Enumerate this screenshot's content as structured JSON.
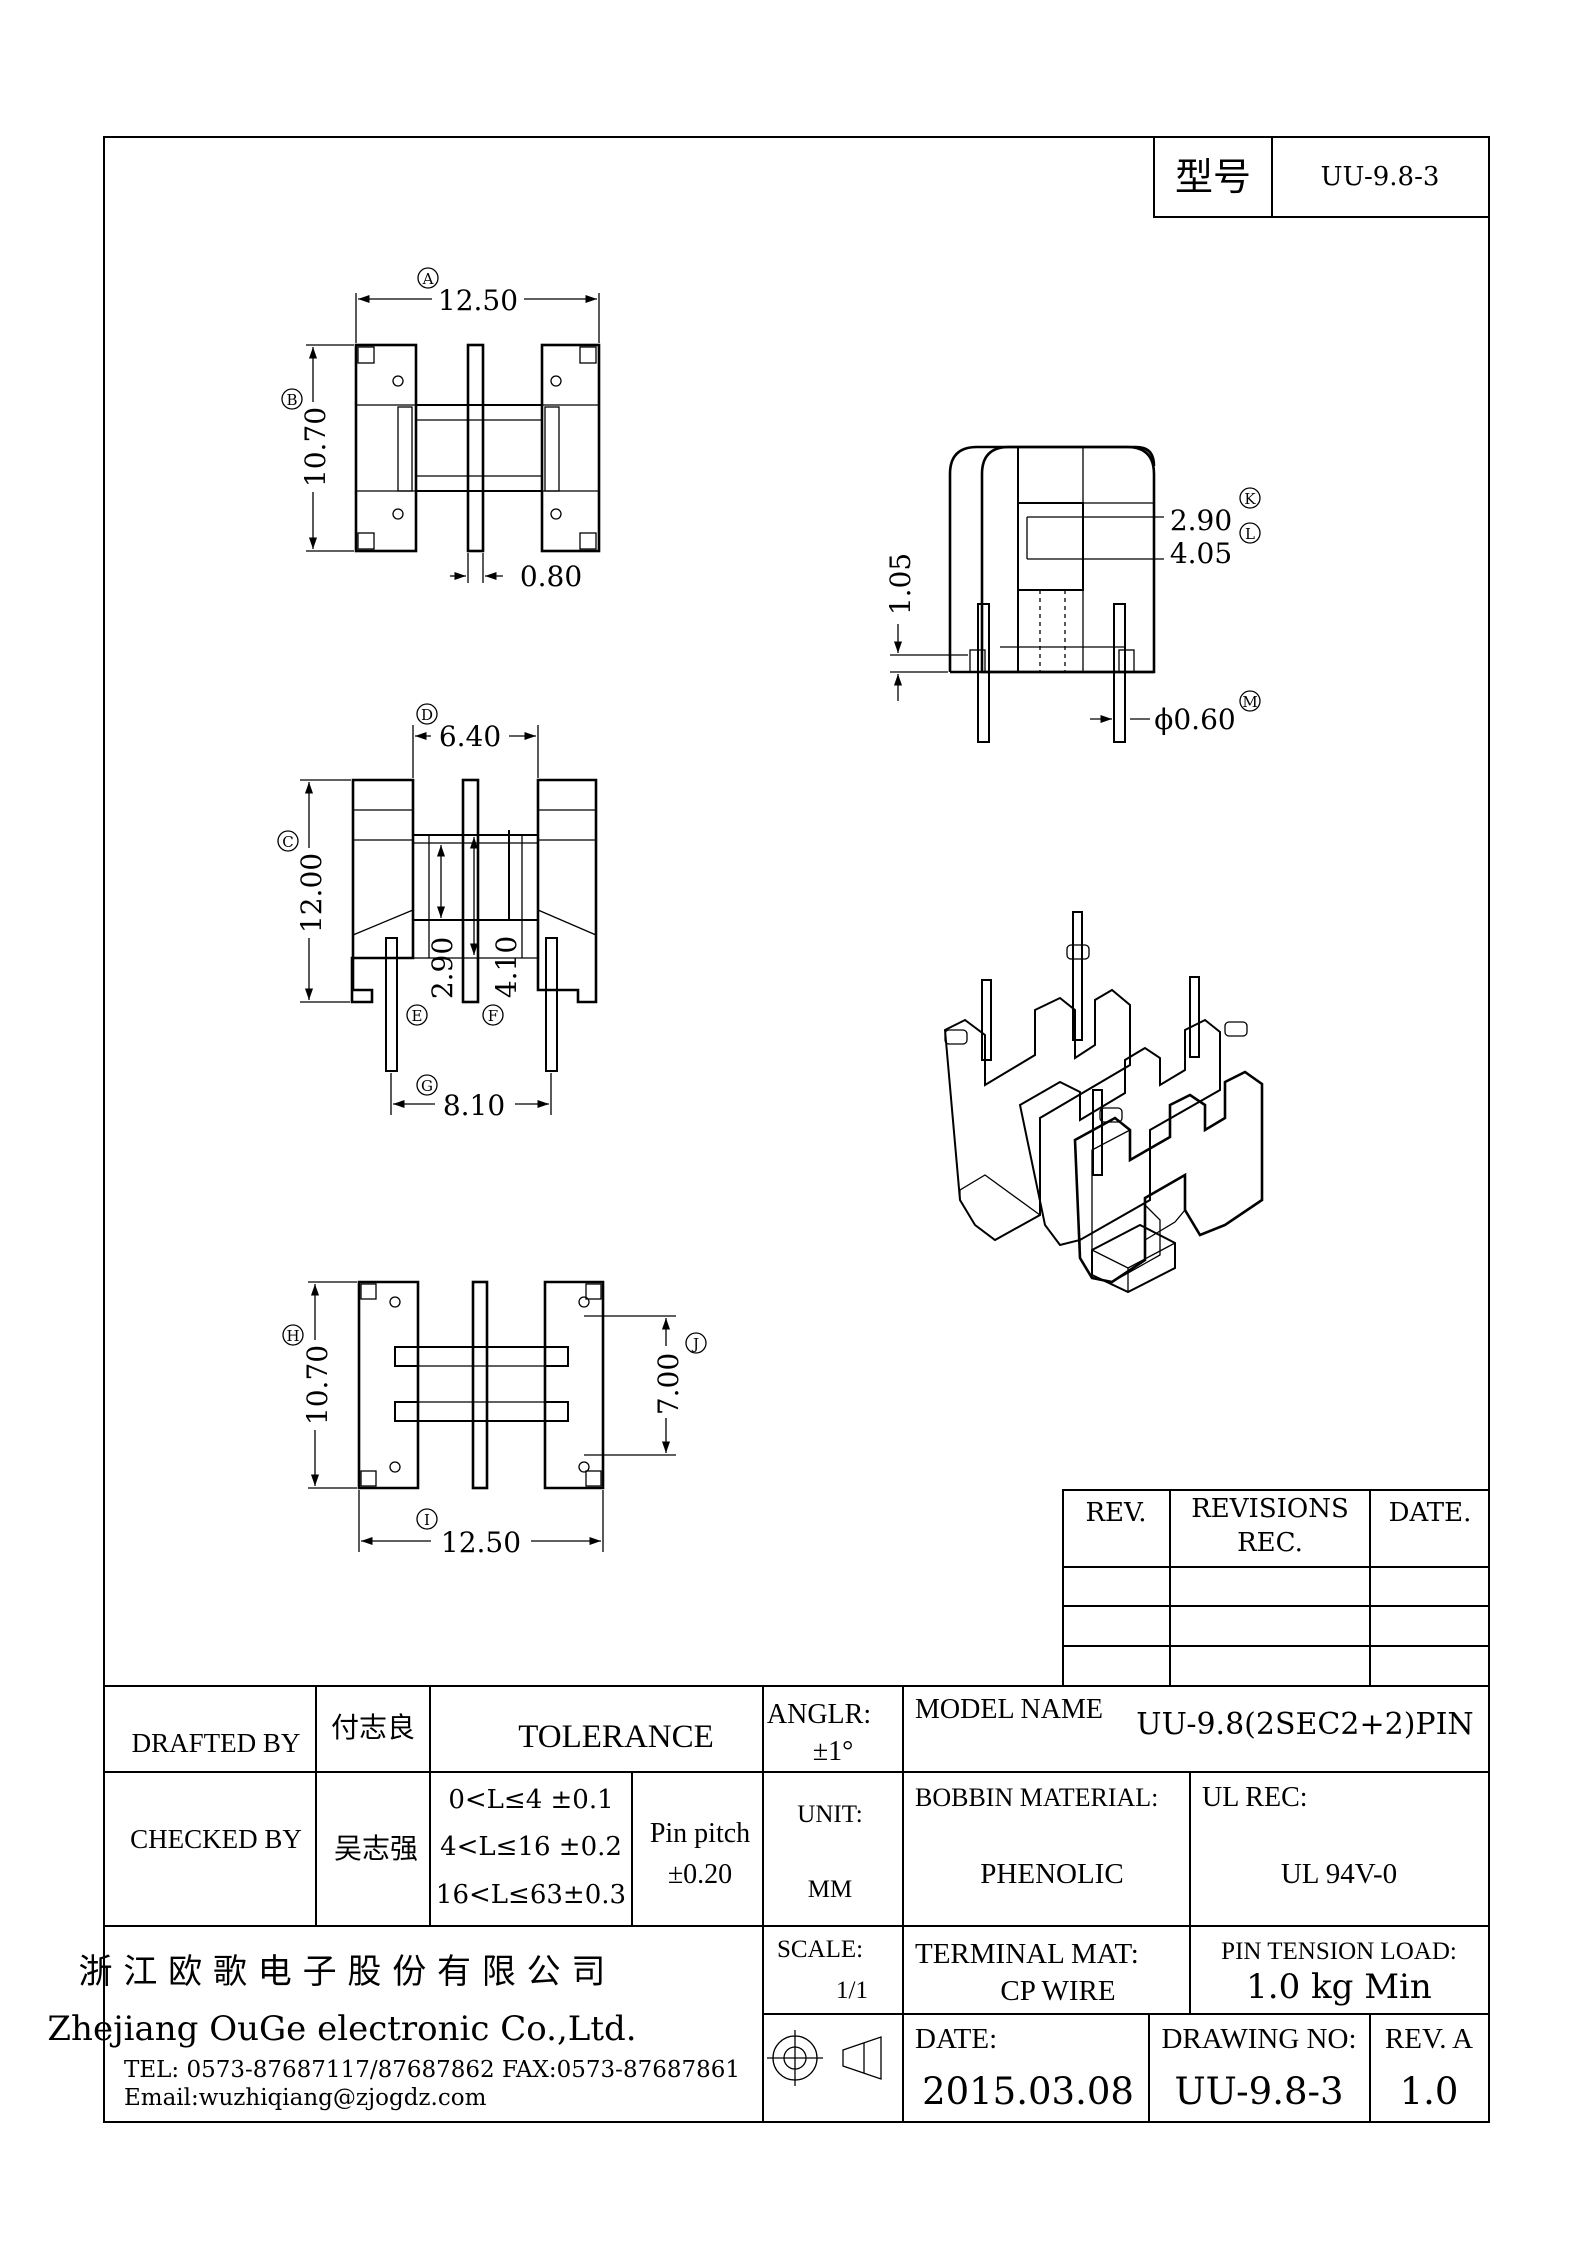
{
  "model_header": {
    "label": "型号",
    "value": "UU-9.8-3"
  },
  "dimensions": {
    "A": {
      "tag": "A",
      "value": "12.50"
    },
    "B": {
      "tag": "B",
      "value": "10.70"
    },
    "pin_width": {
      "value": "0.80"
    },
    "C": {
      "tag": "C",
      "value": "12.00"
    },
    "D": {
      "tag": "D",
      "value": "6.40"
    },
    "E": {
      "tag": "E",
      "value": "2.90"
    },
    "F": {
      "tag": "F",
      "value": "4.10"
    },
    "G": {
      "tag": "G",
      "value": "8.10"
    },
    "H": {
      "tag": "H",
      "value": "10.70"
    },
    "I": {
      "tag": "I",
      "value": "12.50"
    },
    "J": {
      "tag": "J",
      "value": "7.00"
    },
    "K": {
      "tag": "K",
      "value": "2.90"
    },
    "L": {
      "tag": "L",
      "value": "4.05"
    },
    "height": {
      "value": "1.05"
    },
    "M": {
      "tag": "M",
      "value": "ϕ0.60"
    }
  },
  "revisions": {
    "rev_header": "REV.",
    "revisions_header": "REVISIONS REC.",
    "date_header": "DATE."
  },
  "title_block": {
    "drafted_by_label": "DRAFTED BY",
    "drafted_by_value": "付志良",
    "checked_by_label": "CHECKED BY",
    "checked_by_value": "吴志强",
    "tolerance_label": "TOLERANCE",
    "tolerance_rows": [
      "0<L≤4  ±0.1",
      "4<L≤16  ±0.2",
      "16<L≤63±0.3"
    ],
    "pin_pitch_label": "Pin pitch",
    "pin_pitch_value": "±0.20",
    "angle_label": "ANGLR:",
    "angle_value": "±1°",
    "unit_label": "UNIT:",
    "unit_value": "MM",
    "scale_label": "SCALE:",
    "scale_value": "1/1",
    "model_name_label": "MODEL NAME",
    "model_name_value": "UU-9.8(2SEC2+2)PIN",
    "bobbin_material_label": "BOBBIN MATERIAL:",
    "bobbin_material_value": "PHENOLIC",
    "ul_rec_label": "UL REC:",
    "ul_rec_value": "UL 94V-0",
    "terminal_mat_label": "TERMINAL MAT:",
    "terminal_mat_value": "CP WIRE",
    "pin_tension_label": "PIN TENSION LOAD:",
    "pin_tension_value": "1.0 kg Min",
    "date_label": "DATE:",
    "date_value": "2015.03.08",
    "drawing_no_label": "DRAWING NO:",
    "drawing_no_value": "UU-9.8-3",
    "rev_label": "REV. A",
    "rev_value": "1.0",
    "company_cn": "浙 江 欧 歌 电 子 股 份 有 限 公 司",
    "company_en": "Zhejiang OuGe electronic Co.,Ltd.",
    "contact_tel": "TEL: 0573-87687117/87687862  FAX:0573-87687861",
    "contact_email": "Email:wuzhiqiang@zjogdz.com"
  }
}
